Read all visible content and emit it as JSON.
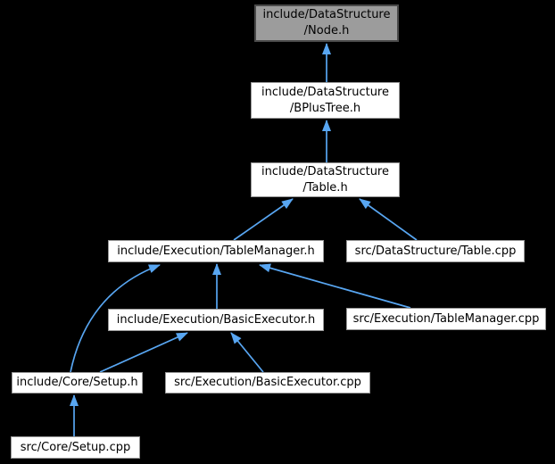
{
  "diagram": {
    "type": "include-dependency-graph",
    "background_color": "#000000",
    "arrow_color": "#58a6f2",
    "node_fill": "#ffffff",
    "node_border": "#979797",
    "highlight_node_fill": "#9c9c9c",
    "highlight_node_border": "#4a4a4a",
    "text_color": "#000000"
  },
  "nodes": [
    {
      "label": "include/DataStructure\n/Node.h",
      "highlighted": true
    },
    {
      "label": "include/DataStructure\n/BPlusTree.h",
      "highlighted": false
    },
    {
      "label": "include/DataStructure\n/Table.h",
      "highlighted": false
    },
    {
      "label": "include/Execution/TableManager.h",
      "highlighted": false
    },
    {
      "label": "src/DataStructure/Table.cpp",
      "highlighted": false
    },
    {
      "label": "include/Execution/BasicExecutor.h",
      "highlighted": false
    },
    {
      "label": "src/Execution/TableManager.cpp",
      "highlighted": false
    },
    {
      "label": "include/Core/Setup.h",
      "highlighted": false
    },
    {
      "label": "src/Execution/BasicExecutor.cpp",
      "highlighted": false
    },
    {
      "label": "src/Core/Setup.cpp",
      "highlighted": false
    }
  ],
  "edges": [
    {
      "from": "include/DataStructure/BPlusTree.h",
      "to": "include/DataStructure/Node.h"
    },
    {
      "from": "include/DataStructure/Table.h",
      "to": "include/DataStructure/BPlusTree.h"
    },
    {
      "from": "include/Execution/TableManager.h",
      "to": "include/DataStructure/Table.h"
    },
    {
      "from": "src/DataStructure/Table.cpp",
      "to": "include/DataStructure/Table.h"
    },
    {
      "from": "include/Execution/BasicExecutor.h",
      "to": "include/Execution/TableManager.h"
    },
    {
      "from": "src/Execution/TableManager.cpp",
      "to": "include/Execution/TableManager.h"
    },
    {
      "from": "include/Core/Setup.h",
      "to": "include/Execution/TableManager.h"
    },
    {
      "from": "include/Core/Setup.h",
      "to": "include/Execution/BasicExecutor.h"
    },
    {
      "from": "src/Execution/BasicExecutor.cpp",
      "to": "include/Execution/BasicExecutor.h"
    },
    {
      "from": "src/Core/Setup.cpp",
      "to": "include/Core/Setup.h"
    }
  ]
}
